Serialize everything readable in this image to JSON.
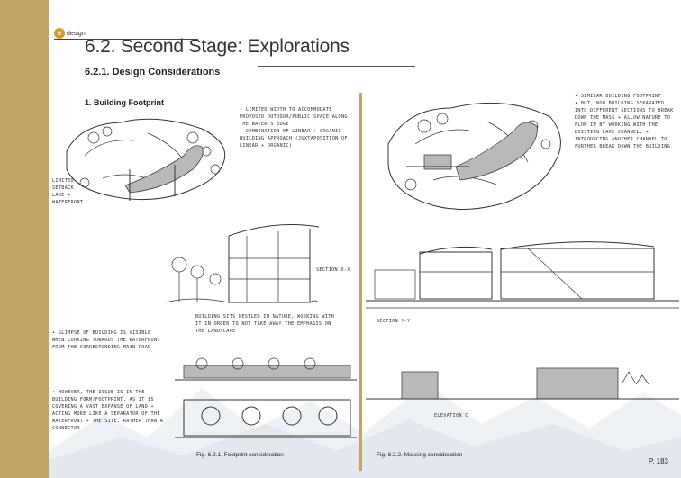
{
  "header": {
    "logo_mark": "e",
    "logo_text": "design",
    "title": "6.2. Second Stage: Explorations",
    "subtitle": "6.2.1. Design Considerations"
  },
  "section": {
    "heading": "1. Building Footprint"
  },
  "left_sketch": {
    "plan_label_limited": "LIMITED SETBACK",
    "plan_label_lake": "LAKE + WATERFRONT",
    "note_top": "• LIMITED WIDTH TO ACCOMMODATE PROPOSED OUTDOOR/PUBLIC SPACE ALONG THE WATER'S EDGE\n• COMBINATION OF LINEAR + ORGANIC BUILDING APPROACH (JUXTAPOSITION OF LINEAR + ORGANIC)",
    "section_label": "SECTION X-X",
    "note_mid": "BUILDING SITS NESTLED IN NATURE, WORKING WITH IT IN ORDER TO NOT TAKE AWAY THE EMPHASIS ON THE LANDSCAPE",
    "note_glimpse": "• GLIMPSE OF BUILDING IS VISIBLE WHEN LOOKING TOWARDS THE WATERFRONT FROM THE CORRESPONDING MAIN ROAD",
    "note_however": "• HOWEVER, THE ISSUE IS IN THE BUILDING FORM/FOOTPRINT, AS IT IS COVERING A VAST EXPANSE OF LAND + ACTING MORE LIKE A SEPARATOR OF THE WATERFRONT + THE SITE, RATHER THAN A CONNECTOR",
    "caption": "Fig. 6.2.1. Footprint consideration"
  },
  "right_sketch": {
    "note_top": "• SIMILAR BUILDING FOOTPRINT\n• BUT, NOW BUILDING SEPARATED INTO DIFFERENT SECTIONS TO BREAK DOWN THE MASS + ALLOW NATURE TO FLOW IN BY WORKING WITH THE EXISTING LAKE CHANNEL, + INTRODUCING ANOTHER CHANNEL TO FURTHER BREAK DOWN THE BUILDING",
    "section_label": "SECTION Y-Y",
    "elevation_label": "ELEVATION C",
    "caption": "Fig. 6.2.2. Massing consideration"
  },
  "footer": {
    "page": "P. 183"
  }
}
